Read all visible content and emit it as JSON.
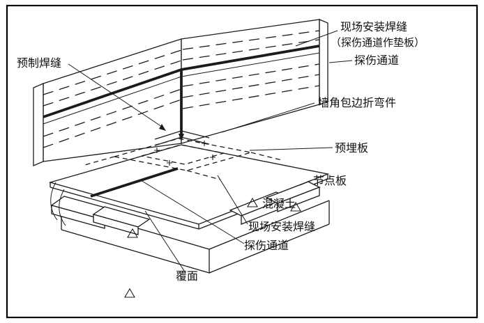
{
  "labels": {
    "precast_weld": "预制焊缝",
    "site_weld_top": "现场安装焊缝",
    "site_weld_top_note": "（探伤通道作垫板）",
    "flaw_channel_top": "探伤通道",
    "corner_bend": "墙角包边折弯件",
    "embedded_plate": "预埋板",
    "gusset_plate": "节点板",
    "concrete": "混凝土",
    "site_weld_bottom": "现场安装焊缝",
    "flaw_channel_bottom": "探伤通道",
    "cladding": "覆面"
  },
  "symbols": {
    "concrete_marker": "△"
  },
  "colors": {
    "line": "#1b1b1b",
    "background": "#ffffff"
  }
}
